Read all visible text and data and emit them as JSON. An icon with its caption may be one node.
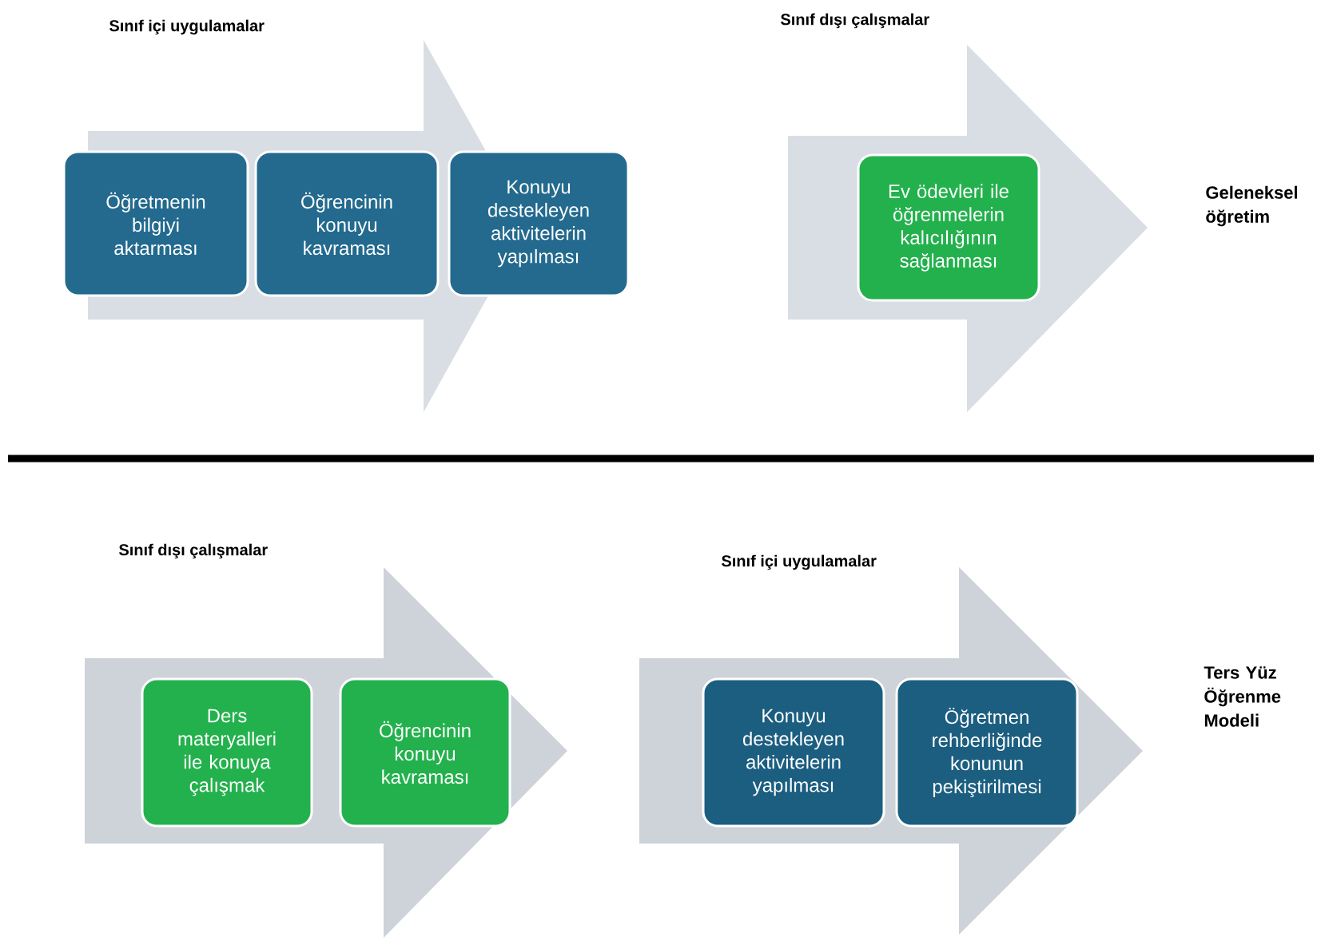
{
  "diagram": {
    "nodes": [
      {
        "text": [
          "Sınıf içi uygulamalar"
        ]
      },
      {
        "text": [
          "Öğretmenin bilgiyi aktarması"
        ]
      },
      {
        "text": [
          "Öğrencinin konuyu kavraması"
        ],
        "in": 0
      },
      {
        "text": [
          "Konuyu destekleyen aktivitelerin yapılması"
        ]
      },
      {
        "text": [
          "Sınıf dışı çalışmalar"
        ]
      },
      {
        "text": [
          "Ev ödevleri ile öğrenmelerin kalıcılığının sağlanması"
        ],
        "in": 4
      },
      {
        "text": [
          "Sınıf dışı çalışmalar"
        ]
      },
      {
        "text": [
          "Ders materyalleri ile konuya çalışmak"
        ],
        "in": 6
      },
      {
        "text": [
          "Öğrencinin konuyu kavraması"
        ],
        "in": 6
      },
      {
        "text": [
          "Sınıf içi uygulamalar"
        ]
      },
      {
        "text": [
          "Konuyu destekleyen aktivitelerin yapılması"
        ],
        "in": 9
      },
      {
        "text": [
          "Öğretmen rehberliğinde konunun pekiştirilmesi"
        ],
        "in": 9
      }
    ],
    "labels": [
      "Geleneksel öğretim",
      "Ters Yüz Öğrenme Modeli"
    ]
  }
}
